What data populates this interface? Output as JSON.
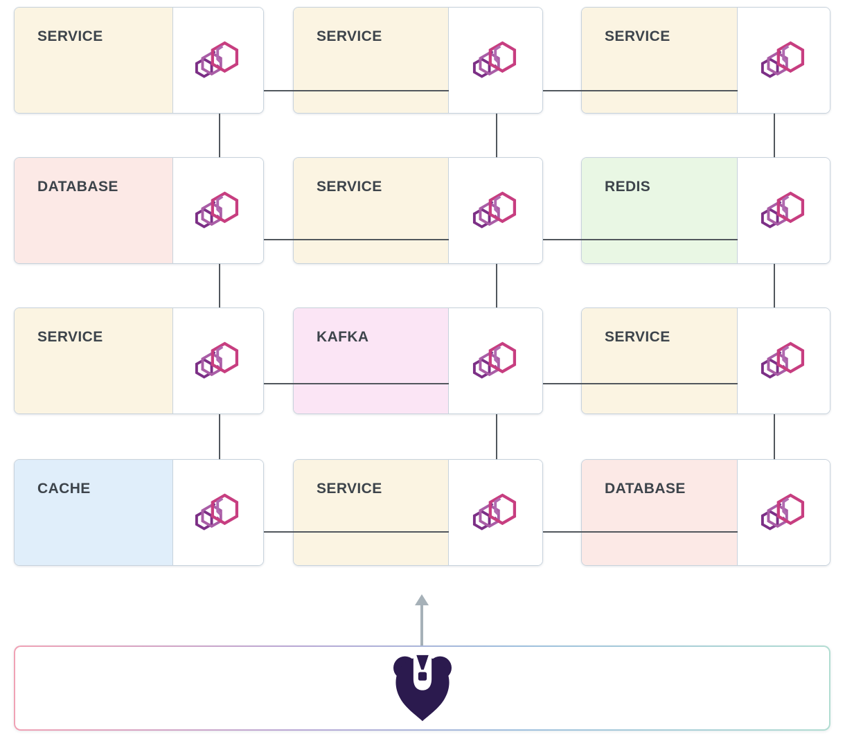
{
  "diagram": {
    "nodes": [
      {
        "id": "r1c1",
        "row": 1,
        "col": 1,
        "label": "SERVICE",
        "type": "service"
      },
      {
        "id": "r1c2",
        "row": 1,
        "col": 2,
        "label": "SERVICE",
        "type": "service"
      },
      {
        "id": "r1c3",
        "row": 1,
        "col": 3,
        "label": "SERVICE",
        "type": "service"
      },
      {
        "id": "r2c1",
        "row": 2,
        "col": 1,
        "label": "DATABASE",
        "type": "database"
      },
      {
        "id": "r2c2",
        "row": 2,
        "col": 2,
        "label": "SERVICE",
        "type": "service"
      },
      {
        "id": "r2c3",
        "row": 2,
        "col": 3,
        "label": "REDIS",
        "type": "redis"
      },
      {
        "id": "r3c1",
        "row": 3,
        "col": 1,
        "label": "SERVICE",
        "type": "service"
      },
      {
        "id": "r3c2",
        "row": 3,
        "col": 2,
        "label": "KAFKA",
        "type": "kafka"
      },
      {
        "id": "r3c3",
        "row": 3,
        "col": 3,
        "label": "SERVICE",
        "type": "service"
      },
      {
        "id": "r4c1",
        "row": 4,
        "col": 1,
        "label": "CACHE",
        "type": "cache"
      },
      {
        "id": "r4c2",
        "row": 4,
        "col": 2,
        "label": "SERVICE",
        "type": "service"
      },
      {
        "id": "r4c3",
        "row": 4,
        "col": 3,
        "label": "DATABASE",
        "type": "database"
      }
    ],
    "edges": [
      {
        "from": "r1c1",
        "to": "r1c2"
      },
      {
        "from": "r1c2",
        "to": "r1c3"
      },
      {
        "from": "r2c1",
        "to": "r2c2"
      },
      {
        "from": "r2c2",
        "to": "r2c3"
      },
      {
        "from": "r3c1",
        "to": "r3c2"
      },
      {
        "from": "r3c2",
        "to": "r3c3"
      },
      {
        "from": "r4c1",
        "to": "r4c2"
      },
      {
        "from": "r4c2",
        "to": "r4c3"
      },
      {
        "from": "r1c1",
        "to": "r2c1"
      },
      {
        "from": "r1c2",
        "to": "r2c2"
      },
      {
        "from": "r1c3",
        "to": "r2c3"
      },
      {
        "from": "r2c1",
        "to": "r3c1"
      },
      {
        "from": "r2c2",
        "to": "r3c2"
      },
      {
        "from": "r2c3",
        "to": "r3c3"
      },
      {
        "from": "r3c1",
        "to": "r4c1"
      },
      {
        "from": "r3c2",
        "to": "r4c2"
      },
      {
        "from": "r3c3",
        "to": "r4c3"
      }
    ],
    "palette": {
      "service": "#fbf4e2",
      "database": "#fce9e6",
      "redis": "#e9f7e4",
      "kafka": "#fbe5f5",
      "cache": "#e0eefa"
    },
    "connector_color": "#50565c",
    "node_icon": "containers-hexagon-icon",
    "icon_colors": {
      "front": "#c73e80",
      "middle": "#a95da6",
      "back": "#7c2f86"
    }
  },
  "footer": {
    "logo_icon": "bear-logo-icon",
    "logo_color": "#2b1a4e",
    "pointer_icon": "up-arrow-icon",
    "pointer_color": "#a6b1b8",
    "border_gradient": [
      "#f0a1b4",
      "#b9a9d6",
      "#9fc0de",
      "#b2ddd2"
    ]
  }
}
